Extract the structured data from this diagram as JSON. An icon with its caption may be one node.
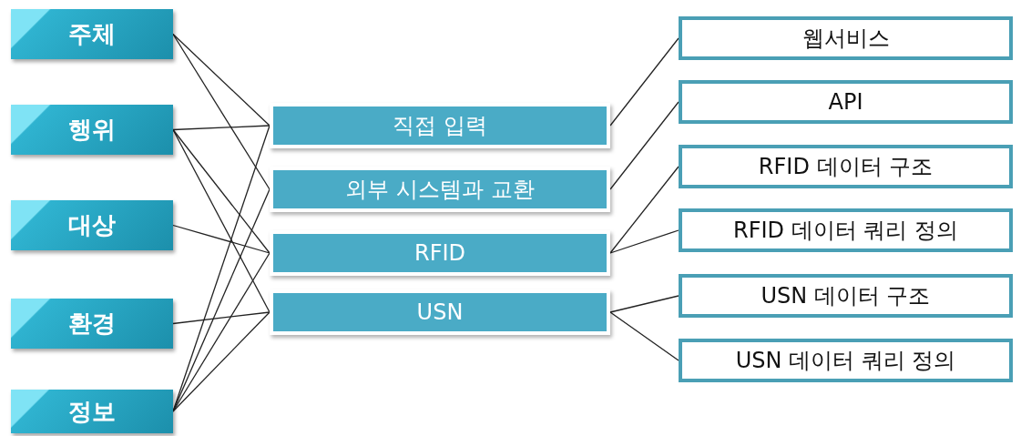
{
  "diagram": {
    "nodes": [
      {
        "text": [
          "주체"
        ]
      },
      {
        "text": [
          "행위"
        ]
      },
      {
        "text": [
          "대상"
        ]
      },
      {
        "text": [
          "환경"
        ]
      },
      {
        "text": [
          "정보"
        ]
      },
      {
        "text": [
          "직접 입력"
        ]
      },
      {
        "text": [
          "외부 시스템과 교환"
        ]
      },
      {
        "text": [
          "RFID"
        ]
      },
      {
        "text": [
          "USN"
        ]
      },
      {
        "text": [
          "웹서비스"
        ]
      },
      {
        "text": [
          "API"
        ]
      },
      {
        "text": [
          "RFID 데이터 구조"
        ]
      },
      {
        "text": [
          "RFID 데이터 쿼리 정의"
        ]
      },
      {
        "text": [
          "USN 데이터 구조"
        ]
      },
      {
        "text": [
          "USN 데이터 쿼리 정의"
        ]
      }
    ],
    "edges": [
      {
        "from": 0,
        "to": 5,
        "arrow": "none"
      },
      {
        "from": 0,
        "to": 6,
        "arrow": "none"
      },
      {
        "from": 1,
        "to": 5,
        "arrow": "none"
      },
      {
        "from": 1,
        "to": 7,
        "arrow": "none"
      },
      {
        "from": 1,
        "to": 8,
        "arrow": "none"
      },
      {
        "from": 2,
        "to": 7,
        "arrow": "none"
      },
      {
        "from": 3,
        "to": 8,
        "arrow": "none"
      },
      {
        "from": 4,
        "to": 5,
        "arrow": "none"
      },
      {
        "from": 4,
        "to": 6,
        "arrow": "none"
      },
      {
        "from": 4,
        "to": 7,
        "arrow": "none"
      },
      {
        "from": 4,
        "to": 8,
        "arrow": "none"
      },
      {
        "from": 5,
        "to": 9,
        "arrow": "none"
      },
      {
        "from": 6,
        "to": 10,
        "arrow": "none"
      },
      {
        "from": 7,
        "to": 11,
        "arrow": "none"
      },
      {
        "from": 7,
        "to": 12,
        "arrow": "none"
      },
      {
        "from": 8,
        "to": 13,
        "arrow": "none"
      },
      {
        "from": 8,
        "to": 14,
        "arrow": "none"
      }
    ]
  }
}
